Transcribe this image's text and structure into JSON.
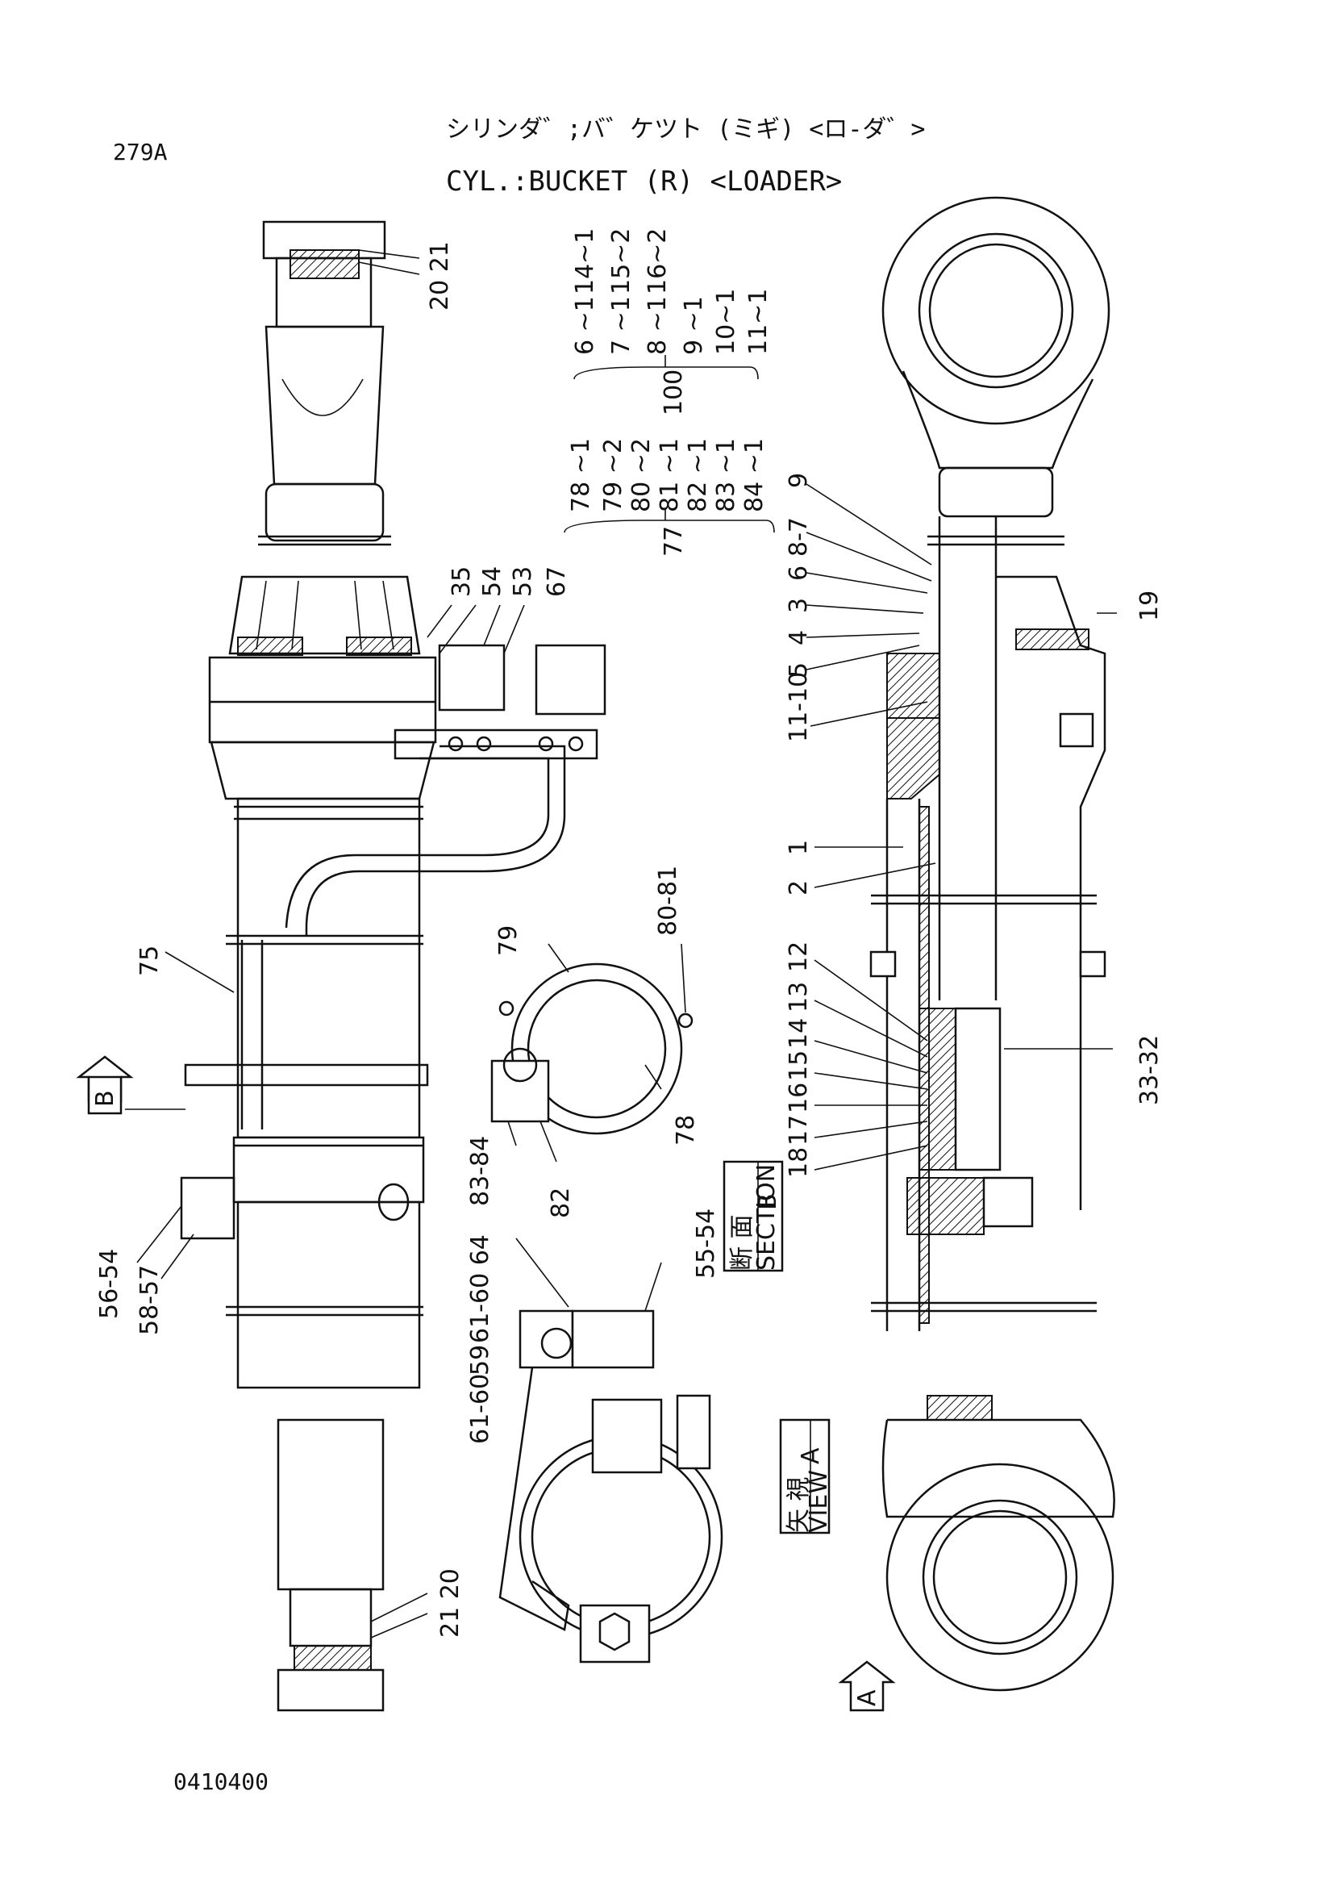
{
  "header": {
    "page_code": "279A",
    "title_jp": "シリンダ゛;バ゛ケツト (ミギ) <ロ-ダ゛>",
    "title_en": "CYL.:BUCKET (R) <LOADER>"
  },
  "footer": {
    "drawing_number": "0410400"
  },
  "kits": {
    "k100": {
      "number": "100",
      "items": [
        "6 ~1",
        "7 ~1",
        "8 ~1",
        "9 ~1",
        "10~1",
        "11~1"
      ],
      "extra": [
        "14~1",
        "15~2",
        "16~2"
      ]
    },
    "k77": {
      "number": "77",
      "items": [
        "78 ~1",
        "79 ~2",
        "80 ~2",
        "81 ~1",
        "82 ~1",
        "83 ~1",
        "84 ~1"
      ]
    }
  },
  "labels": {
    "l2021top": "20 21",
    "l35": "35",
    "l54": "54",
    "l53": "53",
    "l67": "67",
    "l75": "75",
    "l5654": "56-54",
    "l5857": "58-57",
    "l2120": "21 20",
    "l79": "79",
    "l8081": "80-81",
    "l78": "78",
    "l8384": "83-84",
    "l82": "82",
    "l616064a": "61-60 64",
    "l59": "59",
    "l5554": "55-54",
    "l616060b": "61-60",
    "l9": "9",
    "l87": "8-7",
    "l6": "6",
    "l3": "3",
    "l4": "4",
    "l5": "5",
    "l1110": "11-10",
    "l1": "1",
    "l2": "2",
    "l12": "12",
    "l13": "13",
    "l14": "14",
    "l15": "15",
    "l16": "16",
    "l17": "17",
    "l18": "18",
    "l19": "19",
    "l3332": "33-32"
  },
  "view_marks": {
    "b_arrow": "B",
    "a_arrow": "A",
    "section_jp": "断 面",
    "section_en": "SECTION",
    "section_letter": "B",
    "view_jp": "矢 視",
    "view_en": "VIEW",
    "view_letter": "A"
  }
}
